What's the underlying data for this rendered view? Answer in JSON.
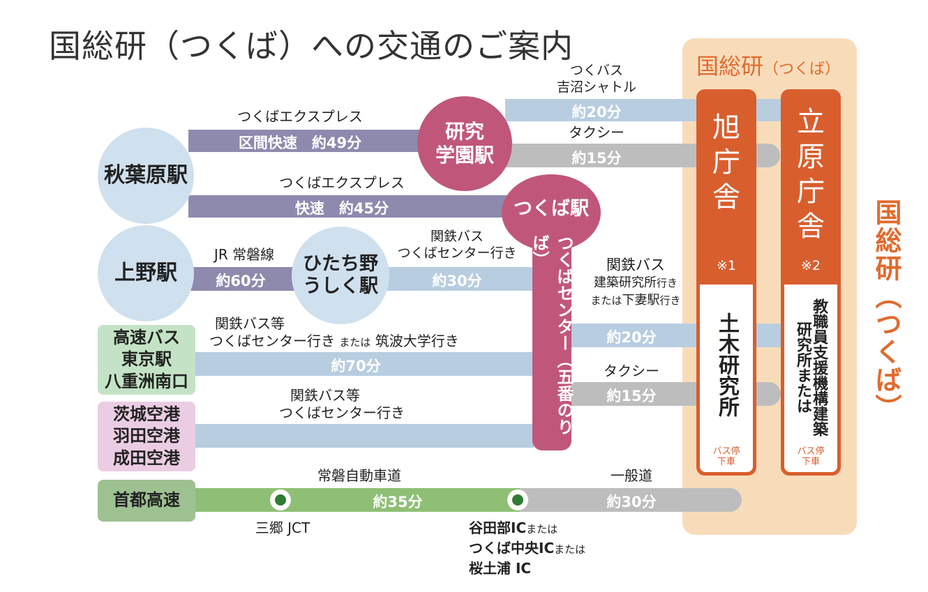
{
  "title": "国総研（つくば）への交通のご案内",
  "stations": {
    "akihabara": "秋葉原駅",
    "ueno": "上野駅",
    "hitachino_line1": "ひたち野",
    "hitachino_line2": "うしく駅",
    "kenkyu_line1": "研究",
    "kenkyu_line2": "学園駅",
    "tsukuba": "つくば駅",
    "tsukuba_center": "つくばセンター（五番のりば）"
  },
  "origins": {
    "highway_bus": "高速バス\n東京駅\n八重洲南口",
    "airports": "茨城空港\n羽田空港\n成田空港",
    "shuto": "首都高速"
  },
  "routes": {
    "tx1_label": "つくばエクスプレス",
    "tx1_time": "区間快速　約49分",
    "tx2_label": "つくばエクスプレス",
    "tx2_time": "快速　約45分",
    "jr_label": "JR 常磐線",
    "jr_time": "約60分",
    "kantetsu1_label_a": "関鉄バス",
    "kantetsu1_label_b": "つくばセンター行き",
    "kantetsu1_time": "約30分",
    "highway_label_a": "関鉄バス等",
    "highway_label_b": "つくばセンター行き",
    "highway_label_or": "または",
    "highway_label_c": "筑波大学行き",
    "highway_time": "約70分",
    "airport_label_a": "関鉄バス等",
    "airport_label_b": "つくばセンター行き",
    "shuttle_label_a": "つくバス",
    "shuttle_label_b": "吉沼シャトル",
    "shuttle_time": "約20分",
    "taxi1_label": "タクシー",
    "taxi1_time": "約15分",
    "kantetsu2_label_a": "関鉄バス",
    "kantetsu2_label_b": "建築研究所",
    "kantetsu2_label_b_suffix": "行き",
    "kantetsu2_label_c_prefix": "または",
    "kantetsu2_label_c": "下妻駅",
    "kantetsu2_label_c_suffix": "行き",
    "kantetsu2_time": "約20分",
    "taxi2_label": "タクシー",
    "taxi2_time": "約15分",
    "joban_label": "常磐自動車道",
    "joban_time": "約35分",
    "general_label": "一般道",
    "general_time": "約30分"
  },
  "junctions": {
    "misato": "三郷 JCT",
    "ic_line1": "谷田部IC",
    "ic_line2": "つくば中央IC",
    "ic_line3": "桜土浦 IC",
    "ic_or": "または"
  },
  "destination": {
    "panel_title_main": "国総研",
    "panel_title_sub": "（つくば）",
    "vertical_brand": "国総研（つくば）",
    "asahi_name": "旭\n庁\n舎",
    "asahi_note": "※1",
    "asahi_inner": "土木研究所",
    "tachihara_name": "立\n原\n庁\n舎",
    "tachihara_note": "※2",
    "tachihara_inner": "教職員支援機構建築研究所または",
    "bus_stop": "バス停\n下車"
  },
  "colors": {
    "purple_bar": "#8e8aae",
    "blue_bar": "#b8cde0",
    "gray_bar": "#bdbdbd",
    "green_bar": "#8fbf75",
    "pink": "#c0577a",
    "orange": "#d95e2e",
    "panel": "#f8dcba"
  }
}
